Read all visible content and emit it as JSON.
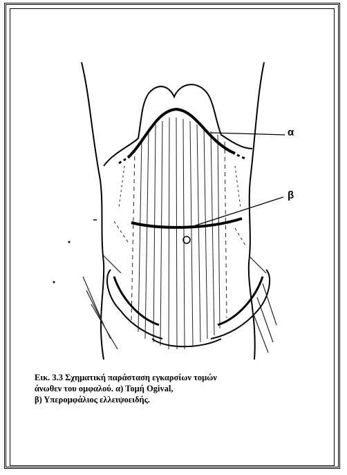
{
  "figure": {
    "labels": {
      "a": "α",
      "b": "β"
    },
    "caption_lines": [
      "Εικ. 3.3 Σχηματική παράσταση εγκαρσίων τομών",
      "άνωθεν του ομφαλού. α) Τομή Ogival,",
      "β) Υπερομφάλιος ελλειψοειδής."
    ]
  }
}
